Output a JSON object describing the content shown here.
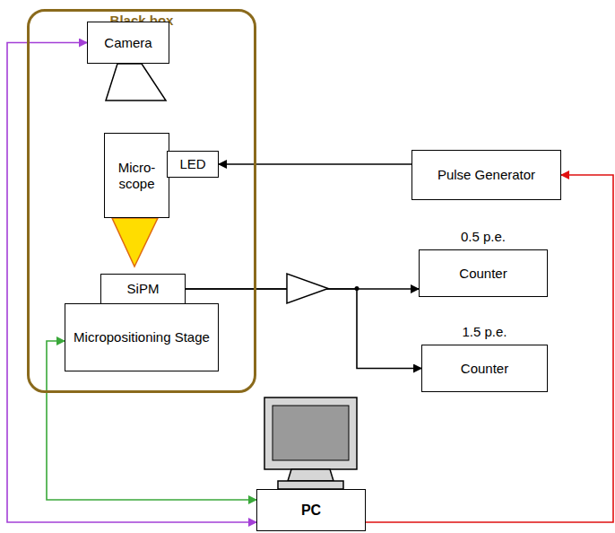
{
  "diagram": {
    "nodes": [
      {
        "text": [
          "Black box"
        ]
      },
      {
        "text": [
          "Camera"
        ],
        "in": 0
      },
      {
        "text": [
          "Micro- scope"
        ],
        "in": 0
      },
      {
        "text": [
          "LED"
        ],
        "in": 0
      },
      {
        "text": [
          "SiPM"
        ],
        "in": 0
      },
      {
        "text": [
          "Micropositioning Stage"
        ],
        "in": 0
      },
      {
        "text": [
          "Pulse Generator"
        ]
      },
      {
        "text": [
          "0.5 p.e.",
          "Counter"
        ]
      },
      {
        "text": [
          "1.5 p.e.",
          "Counter"
        ]
      },
      {
        "text": [
          "PC"
        ]
      }
    ],
    "edges": [
      {
        "from": 1,
        "to": 9,
        "arrow": "both"
      },
      {
        "from": 5,
        "to": 9,
        "arrow": "both"
      },
      {
        "from": 9,
        "to": 6,
        "arrow": "to"
      },
      {
        "from": 6,
        "to": 3,
        "arrow": "to"
      },
      {
        "from": 4,
        "to": 7,
        "arrow": "to"
      },
      {
        "from": 4,
        "to": 8,
        "arrow": "to"
      }
    ]
  }
}
